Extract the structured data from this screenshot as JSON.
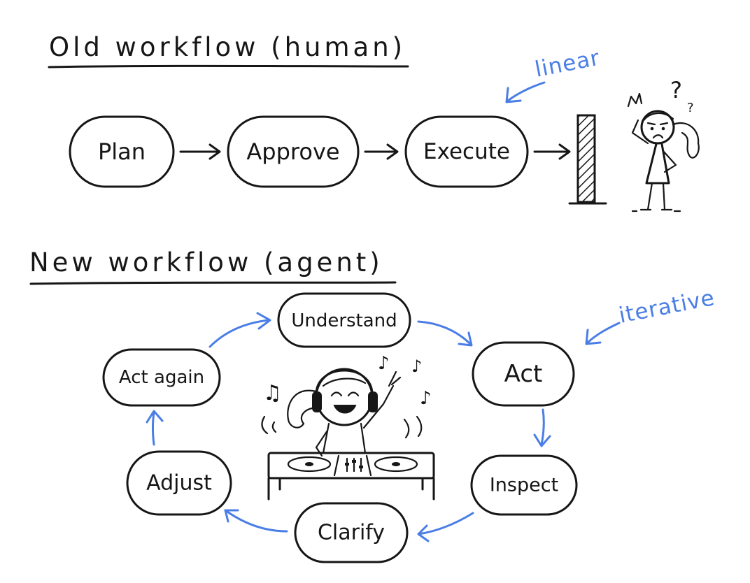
{
  "old_workflow": {
    "title": "Old workflow (human)",
    "annotation": "linear",
    "steps": [
      "Plan",
      "Approve",
      "Execute"
    ],
    "puzzled_marks": [
      "?",
      "?"
    ]
  },
  "new_workflow": {
    "title": "New workflow (agent)",
    "annotation": "iterative",
    "steps": [
      "Understand",
      "Act",
      "Inspect",
      "Clarify",
      "Adjust",
      "Act again"
    ],
    "music_notes": [
      "♫",
      "♪",
      "♪",
      "♪"
    ]
  },
  "colors": {
    "ink": "#161616",
    "accent": "#4a7ee6",
    "background": "#ffffff"
  }
}
